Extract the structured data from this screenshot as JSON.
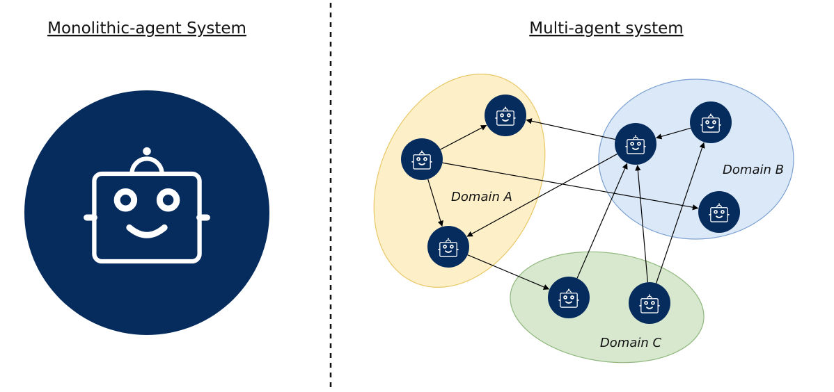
{
  "left_panel": {
    "title": "Monolithic-agent System"
  },
  "right_panel": {
    "title": "Multi-agent system",
    "domains": [
      {
        "id": "A",
        "label": "Domain A",
        "fill": "#fdf0c9",
        "stroke": "#e8c766"
      },
      {
        "id": "B",
        "label": "Domain B",
        "fill": "#dbe8f8",
        "stroke": "#7a9fd1"
      },
      {
        "id": "C",
        "label": "Domain C",
        "fill": "#d8e8cf",
        "stroke": "#8fb77c"
      }
    ],
    "agents": [
      {
        "id": "a1",
        "domain": "A",
        "icon": "robot-icon"
      },
      {
        "id": "a2",
        "domain": "A",
        "icon": "robot-icon"
      },
      {
        "id": "a3",
        "domain": "A",
        "icon": "robot-icon"
      },
      {
        "id": "b1",
        "domain": "B",
        "icon": "robot-icon"
      },
      {
        "id": "b2",
        "domain": "B",
        "icon": "robot-icon"
      },
      {
        "id": "b3",
        "domain": "B",
        "icon": "robot-icon"
      },
      {
        "id": "c1",
        "domain": "C",
        "icon": "robot-icon"
      },
      {
        "id": "c2",
        "domain": "C",
        "icon": "robot-icon"
      }
    ],
    "links": [
      {
        "from": "a2",
        "to": "a1"
      },
      {
        "from": "a2",
        "to": "a3"
      },
      {
        "from": "a2",
        "to": "b3"
      },
      {
        "from": "b1",
        "to": "a1"
      },
      {
        "from": "b2",
        "to": "b1"
      },
      {
        "from": "b1",
        "to": "a3"
      },
      {
        "from": "a3",
        "to": "c1"
      },
      {
        "from": "c1",
        "to": "b1"
      },
      {
        "from": "c2",
        "to": "b1"
      },
      {
        "from": "c2",
        "to": "b2"
      }
    ]
  },
  "colors": {
    "agent": "#062c5e",
    "icon": "#ffffff",
    "divider": "#111111",
    "arrow": "#000000"
  }
}
